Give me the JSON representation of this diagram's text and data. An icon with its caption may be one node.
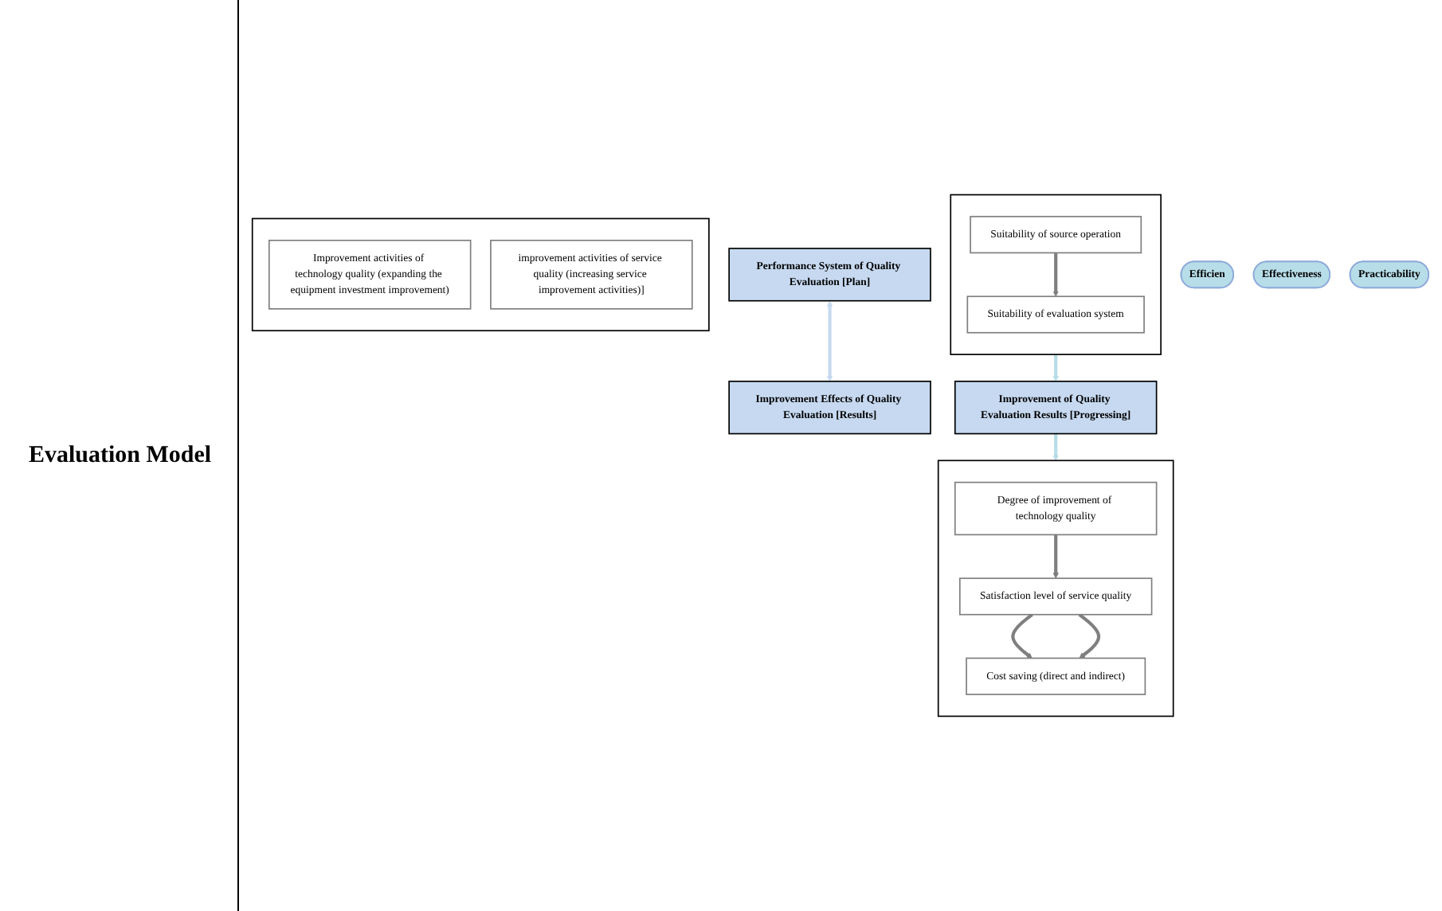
{
  "diagram": {
    "nodes": [
      {
        "text": [
          "Performance System of Quality Evaluation [Plan]"
        ]
      },
      {
        "text": [
          "Improvement Effects of Quality Evaluation [Results]"
        ]
      },
      {
        "text": [],
        "shape": "box"
      },
      {
        "text": [
          "Suitability of source operation"
        ],
        "in": 2
      },
      {
        "text": [
          "Suitability of evaluation system"
        ],
        "in": 2
      },
      {
        "text": [
          "Efficien"
        ]
      },
      {
        "text": [],
        "shape": "box"
      },
      {
        "text": [
          "Cost saving (direct and indirect)"
        ],
        "in": 6
      },
      {
        "text": [
          "Satisfaction level of service quality"
        ],
        "in": 6
      },
      {
        "text": [
          "Degree of improvement of technology quality"
        ],
        "in": 6
      },
      {
        "text": [
          "Effectiveness"
        ]
      },
      {
        "text": [
          "Improvement of Quality Evaluation Results [Progressing]"
        ]
      },
      {
        "text": [],
        "shape": "box"
      },
      {
        "text": [
          "Improvement activities of technology quality (expanding the equipment investment improvement)"
        ],
        "in": 12
      },
      {
        "text": [
          "improvement activities of service quality (increasing service improvement activities)]"
        ],
        "in": 12
      },
      {
        "text": [
          "Practicability"
        ]
      }
    ],
    "edges": [
      {
        "from": 0,
        "to": 1,
        "arrow": "both",
        "color": "#c6d9f0"
      },
      {
        "from": 3,
        "to": 4,
        "arrow": "to"
      },
      {
        "from": 9,
        "to": 8,
        "arrow": "to"
      },
      {
        "from": 8,
        "to": 7,
        "arrow": "to"
      },
      {
        "from": 8,
        "to": 7,
        "arrow": "to"
      },
      {
        "from": 2,
        "to": 11,
        "arrow": "to",
        "color": "#b7dde8"
      },
      {
        "from": 11,
        "to": 6,
        "arrow": "to",
        "color": "#b7dde8"
      }
    ],
    "labels": [
      "Evaluation Model"
    ]
  }
}
